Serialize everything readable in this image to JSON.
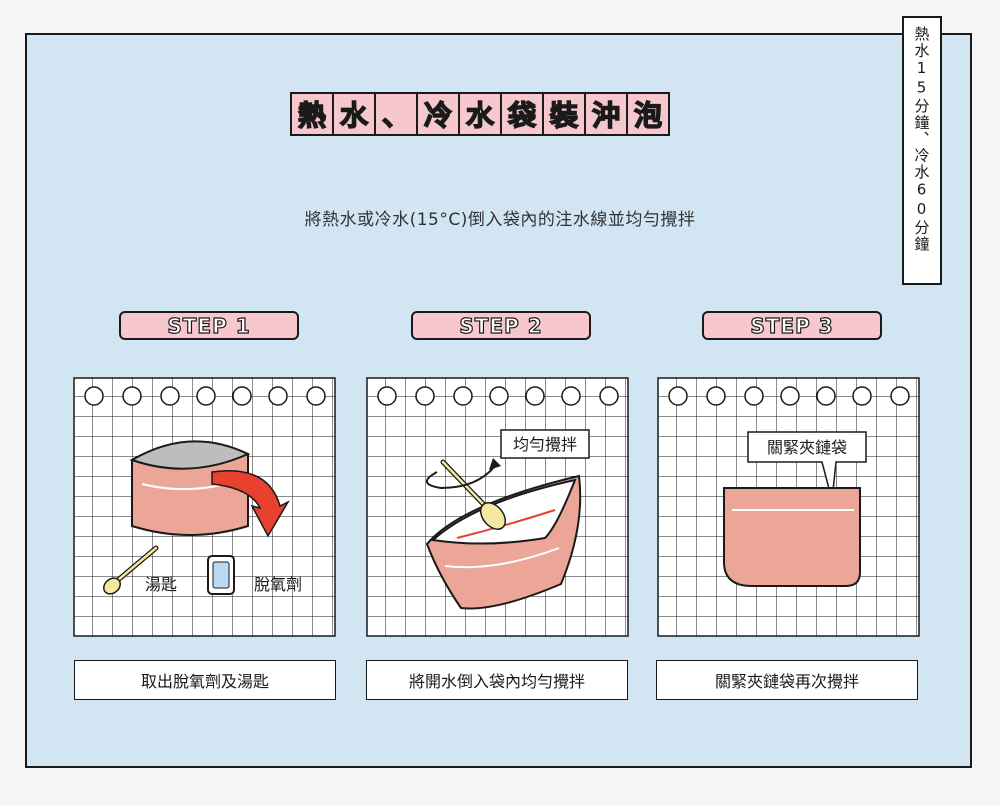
{
  "side_label": "熱水15分鐘、冷水60分鐘",
  "title_chars": [
    "熱",
    "水",
    "、",
    "冷",
    "水",
    "袋",
    "裝",
    "沖",
    "泡"
  ],
  "subtitle": "將熱水或冷水(15°C)倒入袋內的注水線並均勻攪拌",
  "steps": [
    {
      "label": "STEP 1",
      "spoon_label": "湯匙",
      "packet_label": "脫氧劑",
      "caption": "取出脫氧劑及湯匙"
    },
    {
      "label": "STEP 2",
      "bubble_label": "均勻攪拌",
      "caption": "將開水倒入袋內均勻攪拌"
    },
    {
      "label": "STEP 3",
      "bubble_label": "關緊夾鏈袋",
      "caption": "關緊夾鏈袋再次攪拌"
    }
  ],
  "colors": {
    "background": "#d2e5f3",
    "pink": "#f6c8ce",
    "bag": "#eba697",
    "arrow": "#e8412f",
    "spoon": "#f5e7a0",
    "packet": "#bcd9f1"
  }
}
